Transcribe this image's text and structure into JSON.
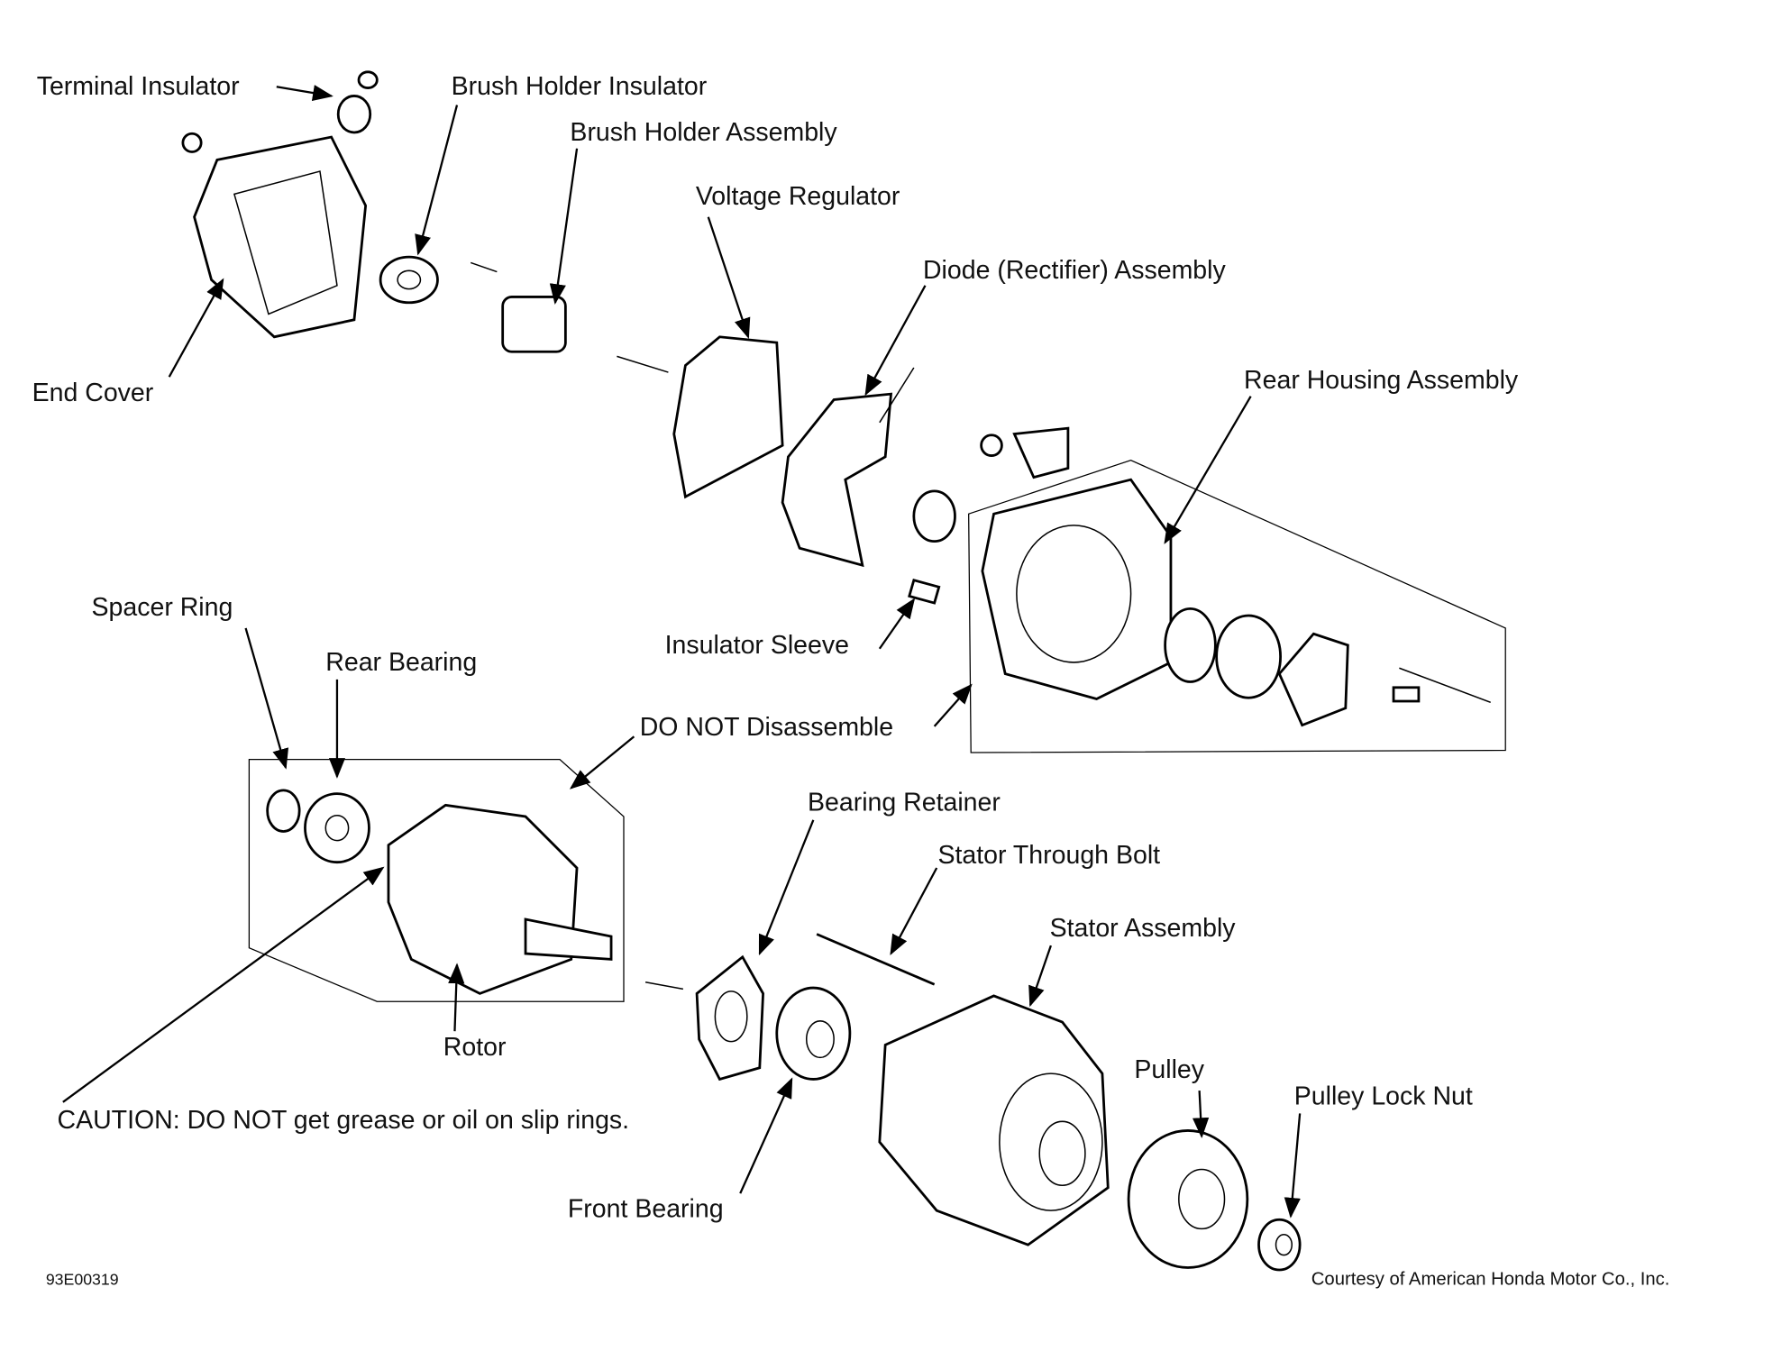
{
  "labels": {
    "terminal_insulator": "Terminal Insulator",
    "brush_holder_insulator": "Brush Holder Insulator",
    "brush_holder_assembly": "Brush Holder Assembly",
    "voltage_regulator": "Voltage Regulator",
    "diode_assembly": "Diode (Rectifier) Assembly",
    "rear_housing_assembly": "Rear Housing Assembly",
    "end_cover": "End Cover",
    "spacer_ring": "Spacer Ring",
    "rear_bearing": "Rear Bearing",
    "insulator_sleeve": "Insulator Sleeve",
    "do_not_disassemble": "DO NOT Disassemble",
    "bearing_retainer": "Bearing Retainer",
    "stator_through_bolt": "Stator Through Bolt",
    "stator_assembly": "Stator Assembly",
    "rotor": "Rotor",
    "pulley": "Pulley",
    "pulley_lock_nut": "Pulley Lock Nut",
    "caution": "CAUTION: DO NOT get grease or oil on slip rings.",
    "front_bearing": "Front Bearing"
  },
  "footer": {
    "figure_id": "93E00319",
    "credit": "Courtesy of American Honda Motor Co., Inc."
  }
}
